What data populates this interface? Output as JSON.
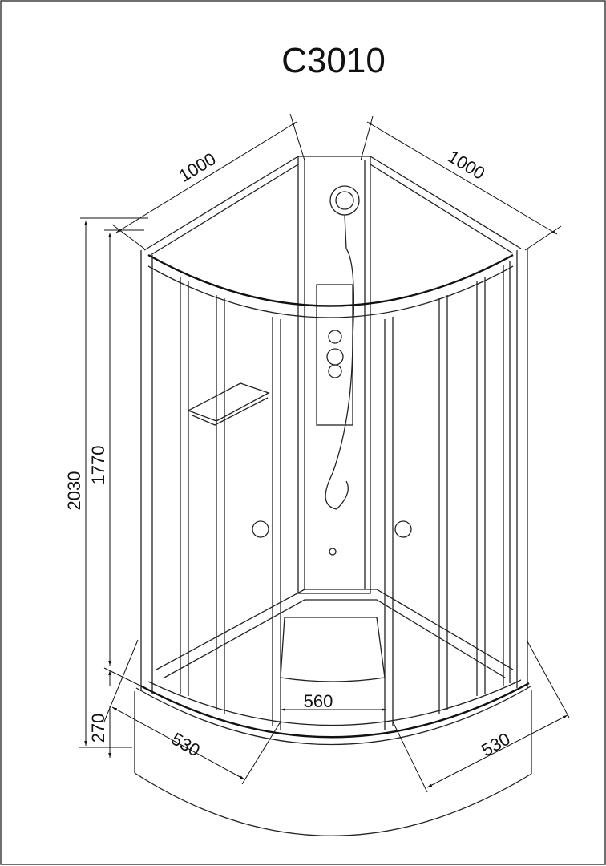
{
  "title": "C3010",
  "dimensions": {
    "top_left_width": "1000",
    "top_right_width": "1000",
    "total_height": "2030",
    "cabin_height": "1770",
    "tray_height": "270",
    "door_opening": "560",
    "bottom_left_side": "530",
    "bottom_right_side": "530"
  },
  "colors": {
    "line": "#111111",
    "background": "#ffffff"
  }
}
